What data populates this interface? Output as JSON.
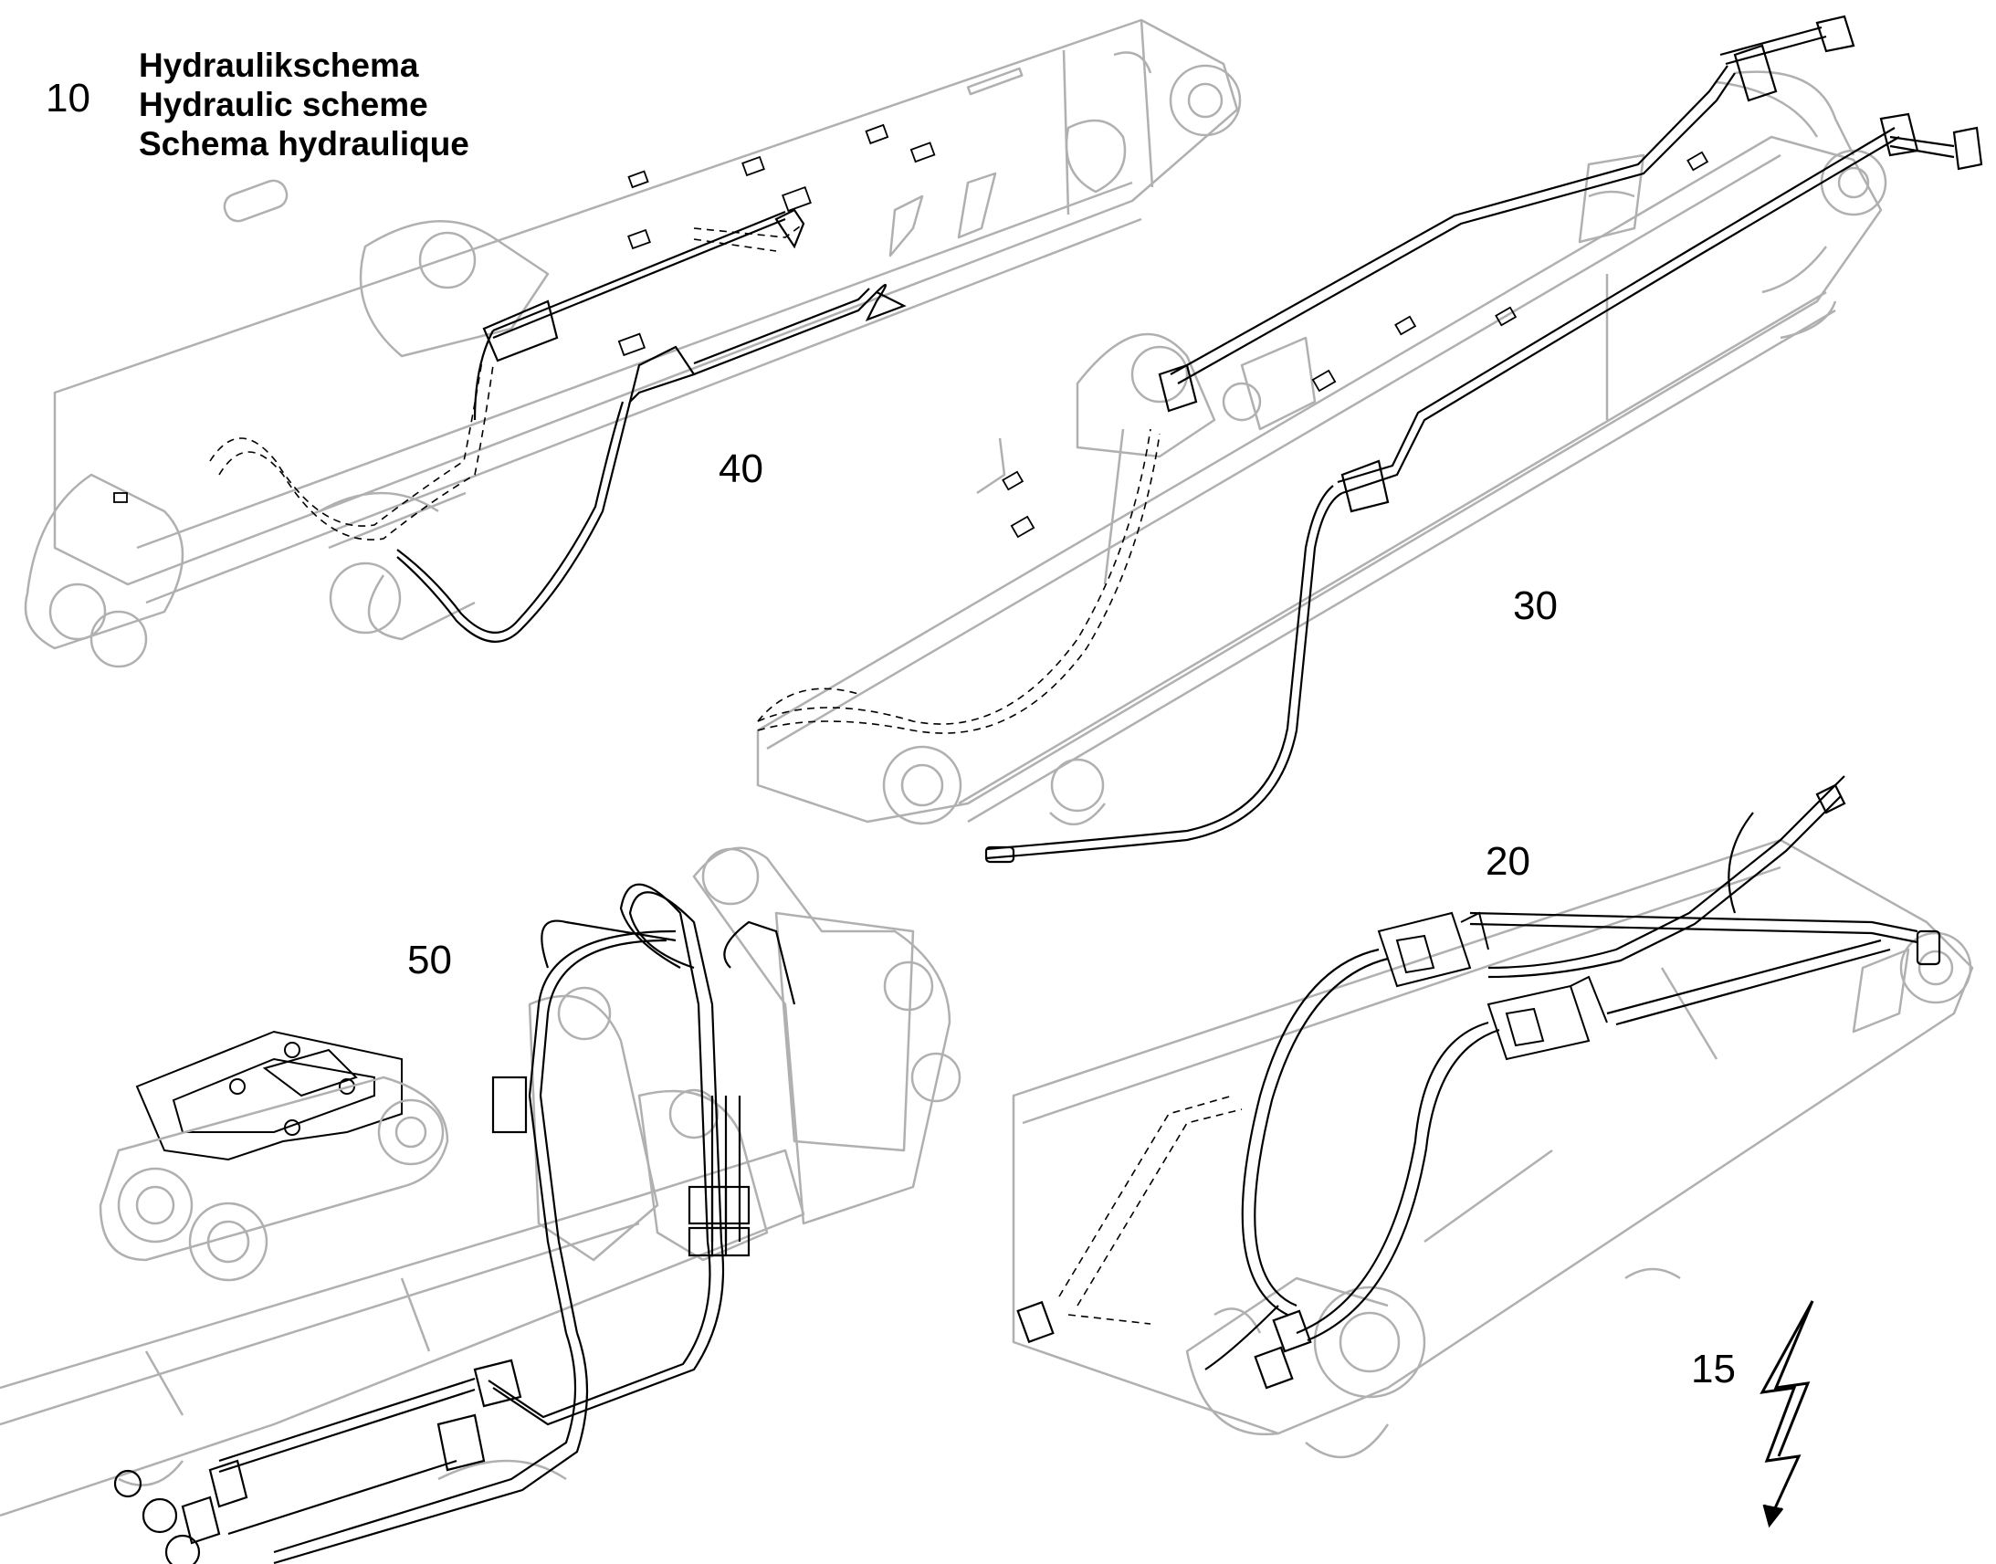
{
  "title": {
    "lines": [
      "Hydraulikschema",
      "Hydraulic scheme",
      "Schema hydraulique"
    ]
  },
  "callouts": {
    "c10": "10",
    "c15": "15",
    "c20": "20",
    "c30": "30",
    "c40": "40",
    "c50": "50"
  },
  "colors": {
    "line": "#000000",
    "boom_outline": "#b0b0b0",
    "background": "#ffffff"
  },
  "icons": {
    "electric_symbol": "lightning-bolt-arrow-icon"
  }
}
